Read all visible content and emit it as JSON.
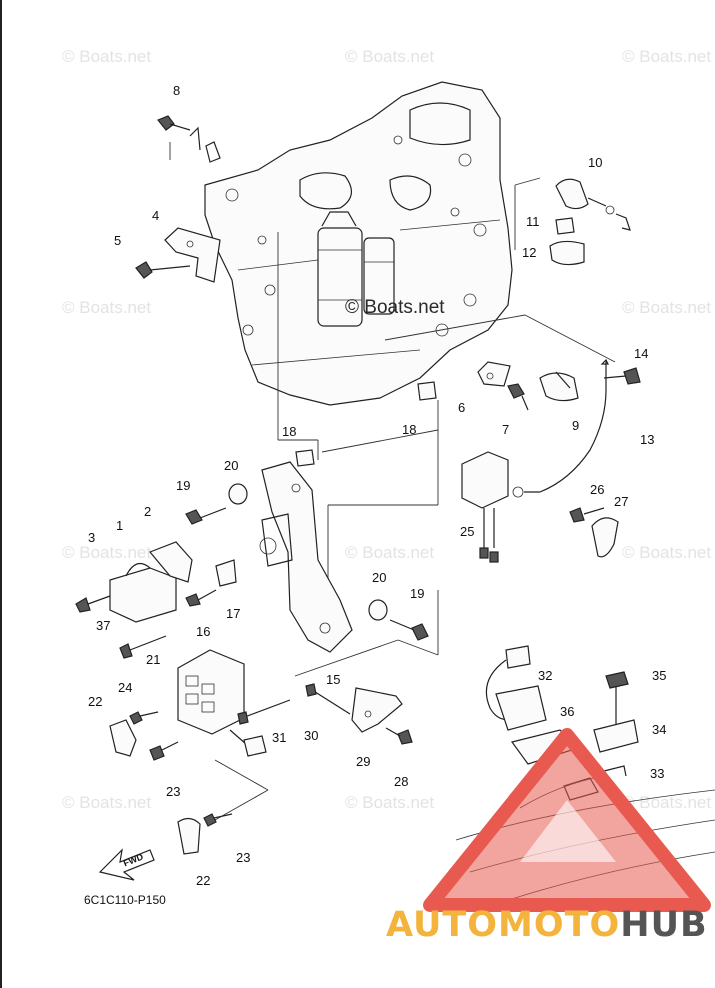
{
  "diagram": {
    "code": "6C1C110-P150",
    "fwd_label": "FWD",
    "watermark": "© Boats.net",
    "brand": {
      "part1": "AUTOMOTO",
      "part2": "HUB",
      "color1": "#f3b33c",
      "color2": "#555555"
    },
    "logo_color": "#e85a4f",
    "callouts": [
      "1",
      "2",
      "3",
      "4",
      "5",
      "6",
      "7",
      "8",
      "9",
      "10",
      "11",
      "12",
      "13",
      "14",
      "15",
      "16",
      "17",
      "18",
      "18",
      "19",
      "19",
      "20",
      "20",
      "21",
      "22",
      "22",
      "23",
      "23",
      "24",
      "25",
      "26",
      "27",
      "28",
      "29",
      "30",
      "31",
      "32",
      "33",
      "34",
      "35",
      "36",
      "37"
    ]
  }
}
